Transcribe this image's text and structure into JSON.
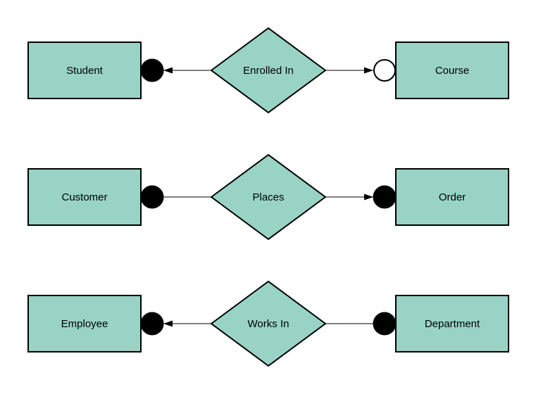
{
  "diagram": {
    "type": "entity-relationship-diagram",
    "background_color": "#ffffff",
    "entity_fill": "#98d3c6",
    "entity_stroke": "#000000",
    "connector_color": "#000000",
    "rows": [
      {
        "left_entity": "Student",
        "relationship": "Enrolled In",
        "right_entity": "Course",
        "left_terminal": "filled-circle",
        "right_terminal": "open-circle",
        "arrow_toward_left_entity": true,
        "arrow_toward_right_entity": true
      },
      {
        "left_entity": "Customer",
        "relationship": "Places",
        "right_entity": "Order",
        "left_terminal": "filled-circle",
        "right_terminal": "filled-circle",
        "arrow_toward_left_entity": false,
        "arrow_toward_right_entity": true
      },
      {
        "left_entity": "Employee",
        "relationship": "Works In",
        "right_entity": "Department",
        "left_terminal": "filled-circle",
        "right_terminal": "filled-circle",
        "arrow_toward_left_entity": true,
        "arrow_toward_right_entity": false
      }
    ]
  }
}
